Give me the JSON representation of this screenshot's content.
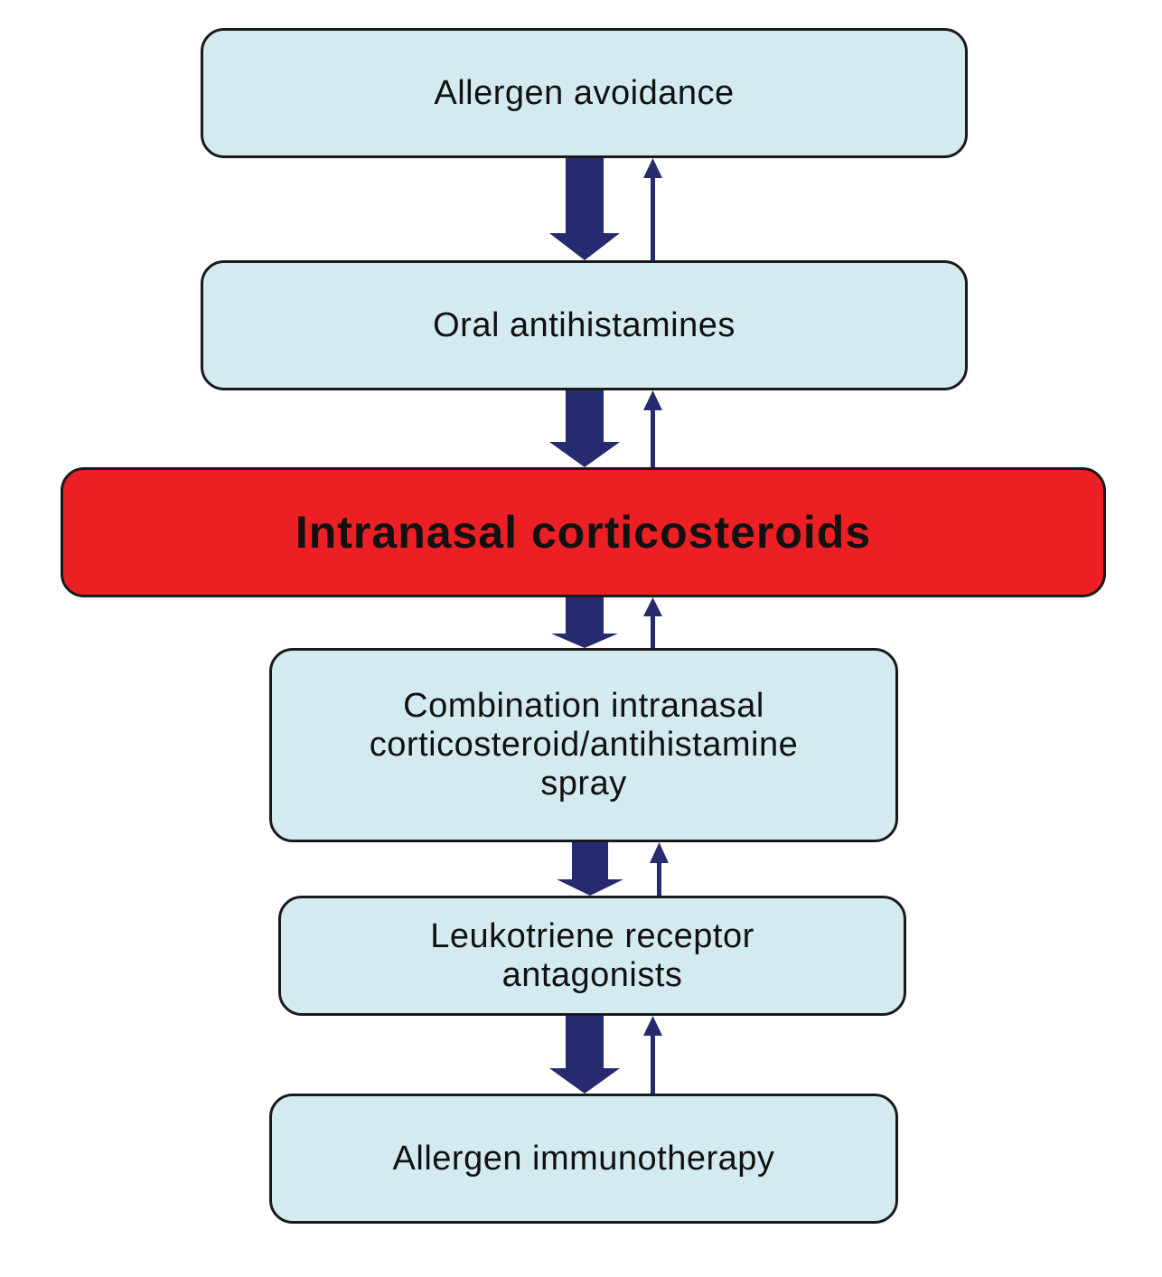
{
  "diagram": {
    "steps": [
      {
        "label": "Allergen avoidance"
      },
      {
        "label": "Oral antihistamines"
      },
      {
        "label": "Intranasal corticosteroids"
      },
      {
        "label": "Combination intranasal\ncorticosteroid/antihistamine\nspray"
      },
      {
        "label": "Leukotriene receptor\nantagonists"
      },
      {
        "label": "Allergen immunotherapy"
      }
    ],
    "colors": {
      "box_fill": "#d3ebf0",
      "highlight_fill": "#ec2024",
      "arrow": "#262a6e",
      "border": "#1a1a1a"
    }
  }
}
